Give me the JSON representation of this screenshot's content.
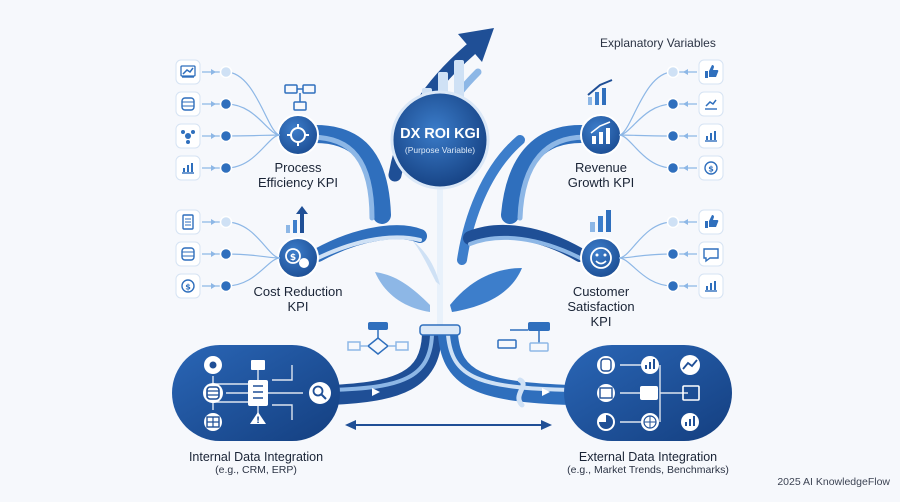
{
  "header": {
    "explanatory": "Explanatory Variables"
  },
  "center": {
    "title": "DX ROI KGI",
    "subtitle": "(Purpose Variable)"
  },
  "kpis": {
    "process": {
      "line1": "Process",
      "line2": "Efficiency KPI"
    },
    "cost": {
      "line1": "Cost Reduction",
      "line2": "KPI"
    },
    "revenue": {
      "line1": "Revenue",
      "line2": "Growth KPI"
    },
    "customer": {
      "line1": "Customer",
      "line2": "Satisfaction",
      "line3": "KPI"
    }
  },
  "integration": {
    "internal": {
      "title": "Internal Data Integration",
      "sub": "(e.g., CRM, ERP)"
    },
    "external": {
      "title": "External Data Integration",
      "sub": "(e.g., Market Trends, Benchmarks)"
    }
  },
  "footer": {
    "credit": "2025 AI KnowledgeFlow"
  },
  "colors": {
    "dark": "#1f4f96",
    "mid": "#2f6fbd",
    "light": "#8db7e6",
    "pale": "#cfe1f5",
    "background": "#f6f8fc"
  },
  "icons": {
    "left_row1": [
      "monitor-chart-icon",
      "database-icon",
      "network-nodes-icon",
      "bar-chart-icon"
    ],
    "left_row2": [
      "document-icon",
      "server-stack-icon",
      "hand-money-icon"
    ],
    "right_row1": [
      "thumbs-up-icon",
      "line-chart-icon",
      "bar-chart-icon",
      "money-bag-icon"
    ],
    "right_row2": [
      "thumbs-up-icon",
      "chat-icon",
      "bar-chart-icon"
    ]
  }
}
